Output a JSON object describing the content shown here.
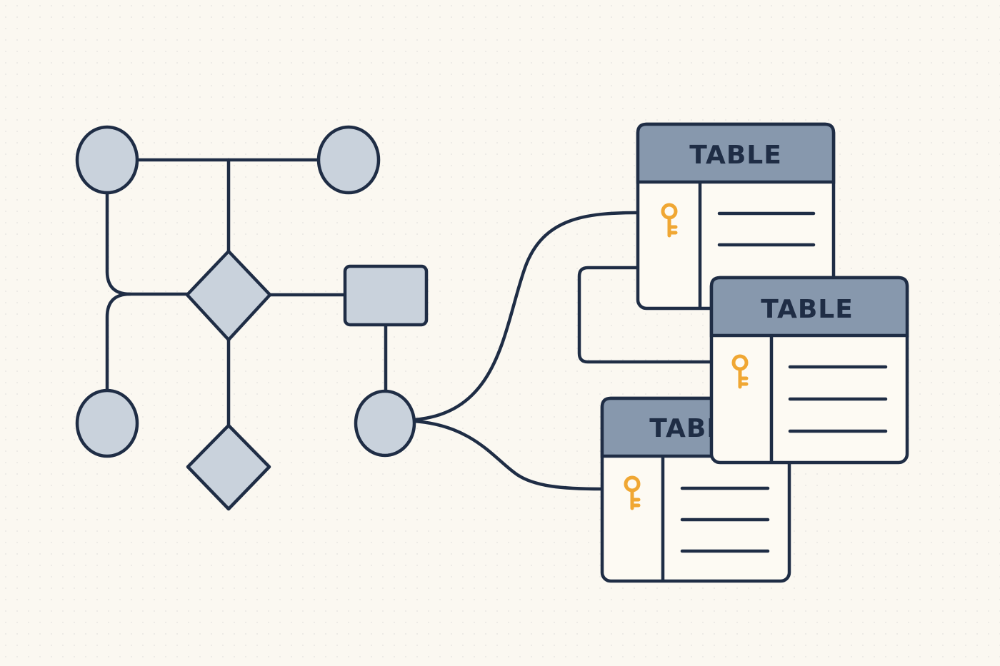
{
  "diagram": {
    "colors": {
      "background": "#fbf8f1",
      "stroke": "#1f2d45",
      "node_fill": "#c9d2dc",
      "table_header": "#8798ad",
      "table_body": "#fdfaf3",
      "key_icon": "#f0a733"
    },
    "tables": [
      {
        "title": "TABLE",
        "key_icon": "key-icon",
        "field_count": 2
      },
      {
        "title": "TABLE",
        "key_icon": "key-icon",
        "field_count": 3
      },
      {
        "title": "TABLE",
        "key_icon": "key-icon",
        "field_count": 3
      }
    ]
  }
}
